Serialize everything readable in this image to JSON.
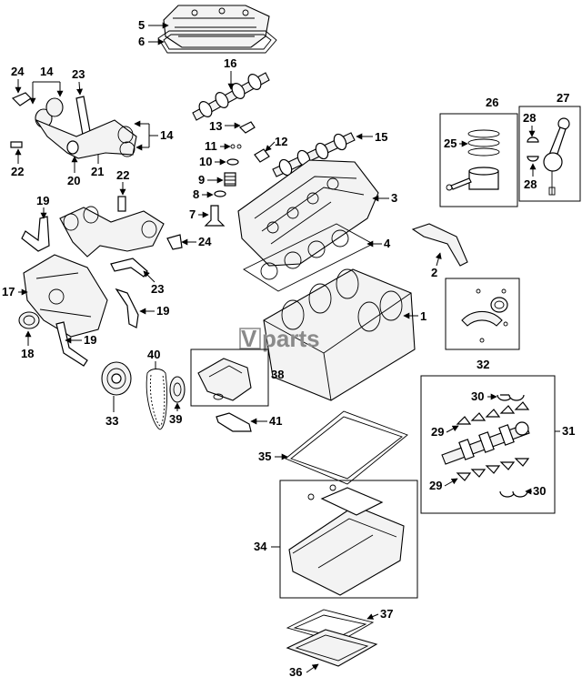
{
  "watermark": {
    "prefix": "V",
    "text": "parts"
  },
  "callouts": {
    "c1": "1",
    "c2": "2",
    "c3": "3",
    "c4": "4",
    "c5": "5",
    "c6": "6",
    "c7": "7",
    "c8": "8",
    "c9": "9",
    "c10": "10",
    "c11": "11",
    "c12": "12",
    "c13": "13",
    "c14a": "14",
    "c14b": "14",
    "c15": "15",
    "c16": "16",
    "c17": "17",
    "c18": "18",
    "c19a": "19",
    "c19b": "19",
    "c19c": "19",
    "c20": "20",
    "c21": "21",
    "c22a": "22",
    "c22b": "22",
    "c23a": "23",
    "c23b": "23",
    "c24a": "24",
    "c24b": "24",
    "c25": "25",
    "c26": "26",
    "c27": "27",
    "c28a": "28",
    "c28b": "28",
    "c29a": "29",
    "c29b": "29",
    "c30a": "30",
    "c30b": "30",
    "c31": "31",
    "c32": "32",
    "c33": "33",
    "c34": "34",
    "c35": "35",
    "c36": "36",
    "c37": "37",
    "c38": "38",
    "c39": "39",
    "c40": "40",
    "c41": "41"
  }
}
